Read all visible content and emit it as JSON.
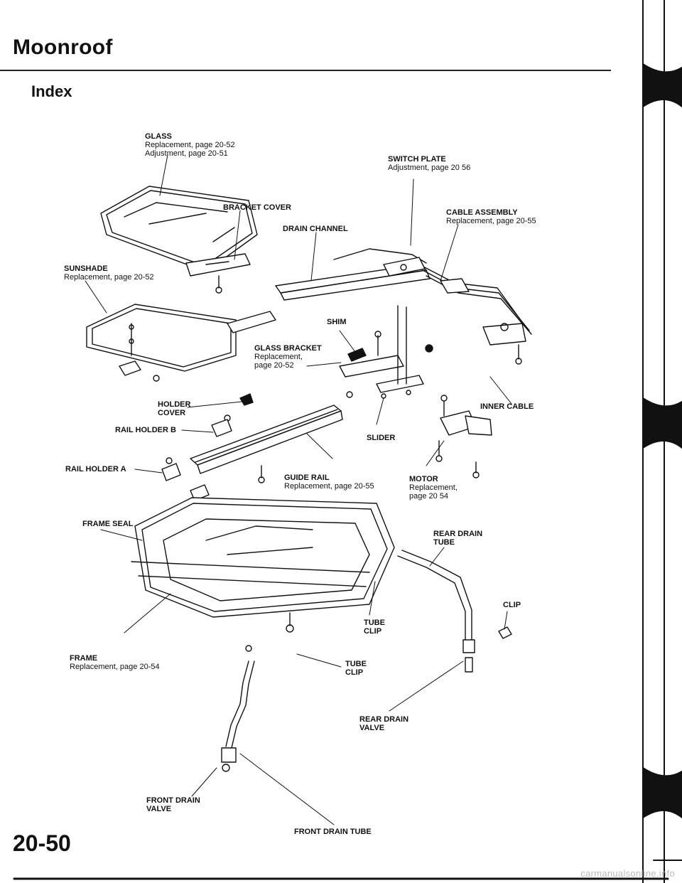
{
  "page": {
    "title": "Moonroof",
    "section": "Index",
    "page_number": "20-50",
    "watermark": "carmanualsonline.info"
  },
  "labels": {
    "glass": {
      "title": "GLASS",
      "lines": [
        "Replacement, page 20-52",
        "Adjustment, page 20-51"
      ]
    },
    "switch_plate": {
      "title": "SWITCH PLATE",
      "lines": [
        "Adjustment, page 20 56"
      ]
    },
    "bracket_cover": {
      "title": "BRACKET COVER"
    },
    "cable_assembly": {
      "title": "CABLE ASSEMBLY",
      "lines": [
        "Replacement, page 20-55"
      ]
    },
    "drain_channel": {
      "title": "DRAIN CHANNEL"
    },
    "sunshade": {
      "title": "SUNSHADE",
      "lines": [
        "Replacement, page 20-52"
      ]
    },
    "shim": {
      "title": "SHIM"
    },
    "glass_bracket": {
      "title": "GLASS BRACKET",
      "lines": [
        "Replacement,",
        "page 20-52"
      ]
    },
    "holder_cover": {
      "title": "HOLDER",
      "title2": "COVER"
    },
    "inner_cable": {
      "title": "INNER CABLE"
    },
    "rail_holder_b": {
      "title": "RAIL HOLDER B"
    },
    "slider": {
      "title": "SLIDER"
    },
    "rail_holder_a": {
      "title": "RAIL HOLDER A"
    },
    "guide_rail": {
      "title": "GUIDE RAIL",
      "lines": [
        "Replacement, page 20-55"
      ]
    },
    "motor": {
      "title": "MOTOR",
      "lines": [
        "Replacement,",
        "page 20 54"
      ]
    },
    "frame_seal": {
      "title": "FRAME SEAL"
    },
    "rear_drain_tube": {
      "title": "REAR DRAIN",
      "title2": "TUBE"
    },
    "clip": {
      "title": "CLIP"
    },
    "tube_clip_1": {
      "title": "TUBE",
      "title2": "CLIP"
    },
    "frame": {
      "title": "FRAME",
      "lines": [
        "Replacement, page 20-54"
      ]
    },
    "tube_clip_2": {
      "title": "TUBE",
      "title2": "CLIP"
    },
    "rear_drain_valve": {
      "title": "REAR DRAIN",
      "title2": "VALVE"
    },
    "front_drain_valve": {
      "title": "FRONT DRAIN",
      "title2": "VALVE"
    },
    "front_drain_tube": {
      "title": "FRONT DRAIN TUBE"
    }
  }
}
